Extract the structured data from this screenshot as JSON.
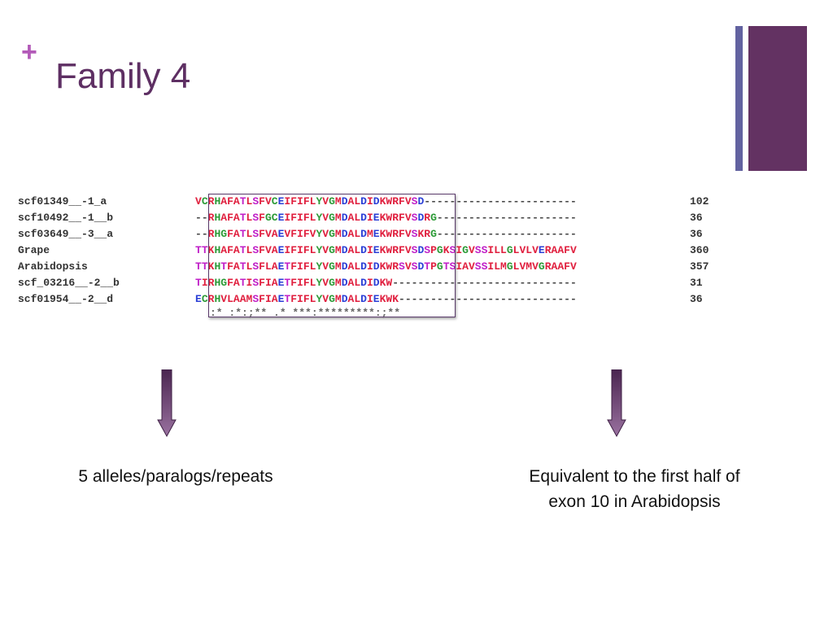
{
  "slide": {
    "plus_symbol": "+",
    "title": "Family 4"
  },
  "alignment": {
    "rows": [
      {
        "name": "scf01349__-1_a",
        "seq": "VCRHAFATLSFVCEIFIFLYVGMDALDIDKWRFVSD------------------------",
        "len": "102"
      },
      {
        "name": "scf10492__-1__b",
        "seq": "--RHAFATLSFGCEIFIFLYVGMDALDIEKWRFVSDRG----------------------",
        "len": "36"
      },
      {
        "name": "scf03649__-3__a",
        "seq": "--RHGFATLSFVAEVFIFVYVGMDALDMEKWRFVSKRG----------------------",
        "len": "36"
      },
      {
        "name": "Grape",
        "seq": "TTKHAFATLSFVAEIFIFLYVGMDALDIEKWRFVSDSPGKSIGVSSILLGLVLVERAAFV",
        "len": "360"
      },
      {
        "name": "Arabidopsis",
        "seq": "TTKHTFATLSFLAETFIFLYVGMDALDIDKWRSVSDTPGTSIAVSSILMGLVMVGRAAFV",
        "len": "357"
      },
      {
        "name": "scf_03216__-2__b",
        "seq": "TIRHGFATISFIAETFIFLYVGMDALDIDKW-----------------------------",
        "len": "31"
      },
      {
        "name": "scf01954__-2__d",
        "seq": "ECRHVLAAMSFIAETFIFLYVGMDALDIEKWK----------------------------",
        "len": "36"
      }
    ],
    "consensus": ":* :*:;** .* ***:*********:;**"
  },
  "captions": {
    "left": "5 alleles/paralogs/repeats",
    "right": "Equivalent to the first half of exon 10 in Arabidopsis"
  },
  "colors": {
    "title": "#5e2f63",
    "accent_plus": "#b35ab8",
    "bar_thin": "#6262a0",
    "bar_thick": "#633262",
    "arrow_fill": "#6b3d74"
  }
}
